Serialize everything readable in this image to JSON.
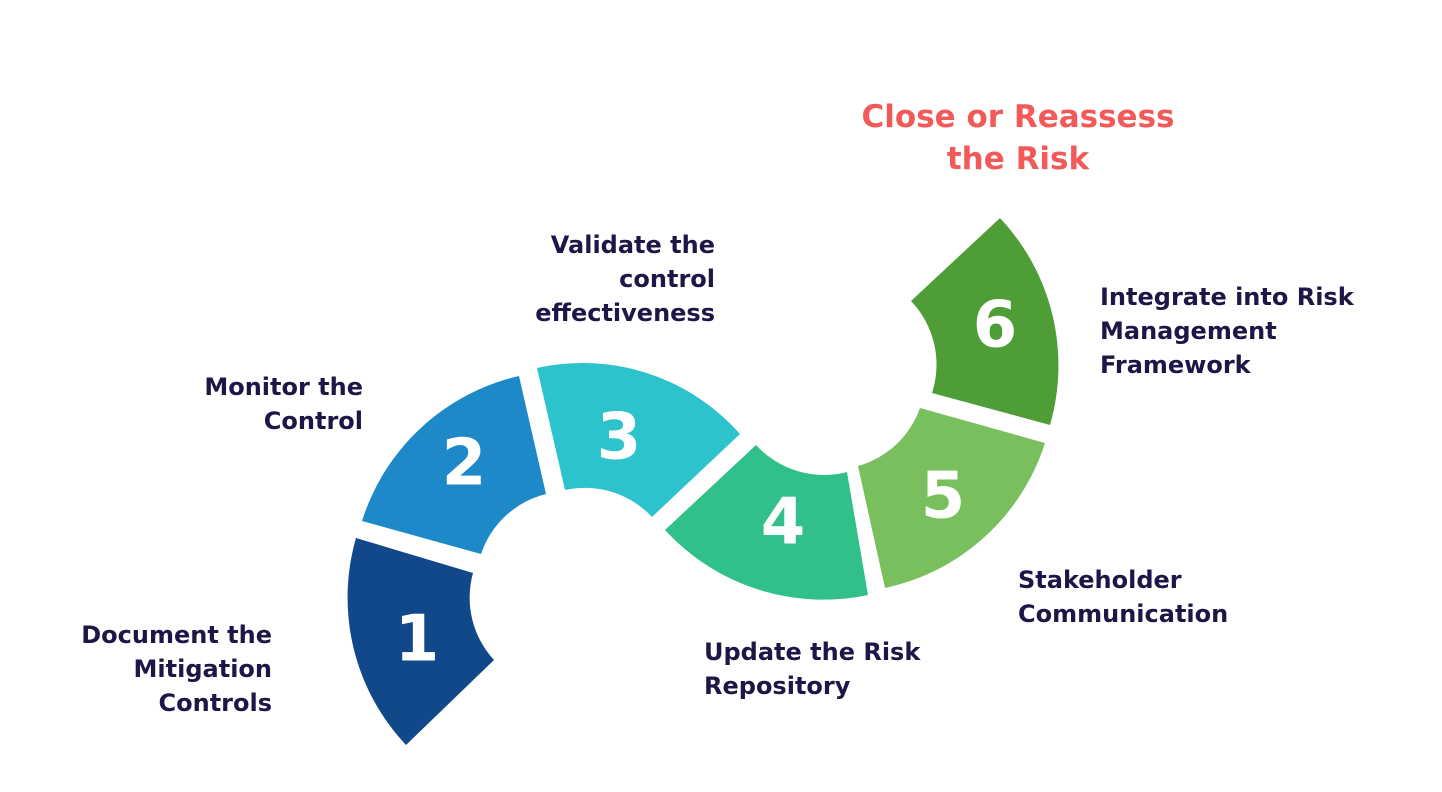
{
  "steps": [
    {
      "number": "1",
      "label_lines": [
        "Document the",
        "Mitigation",
        "Controls"
      ]
    },
    {
      "number": "2",
      "label_lines": [
        "Monitor the",
        "Control"
      ]
    },
    {
      "number": "3",
      "label_lines": [
        "Validate the",
        "control",
        "effectiveness"
      ]
    },
    {
      "number": "4",
      "label_lines": [
        "Update the Risk",
        "Repository"
      ]
    },
    {
      "number": "5",
      "label_lines": [
        "Stakeholder",
        "Communication"
      ]
    },
    {
      "number": "6",
      "label_lines": [
        "Integrate into Risk",
        "Management",
        "Framework"
      ]
    }
  ],
  "final": {
    "label_lines": [
      "Close or Reassess",
      "the Risk"
    ]
  },
  "colors": {
    "step1": "#11488a",
    "step2": "#1e89c9",
    "step3": "#2cc3cc",
    "step4": "#32c08a",
    "step5": "#79bf5e",
    "step6": "#4e9d37",
    "label_text": "#1f1546",
    "final_text": "#f25a5a"
  }
}
